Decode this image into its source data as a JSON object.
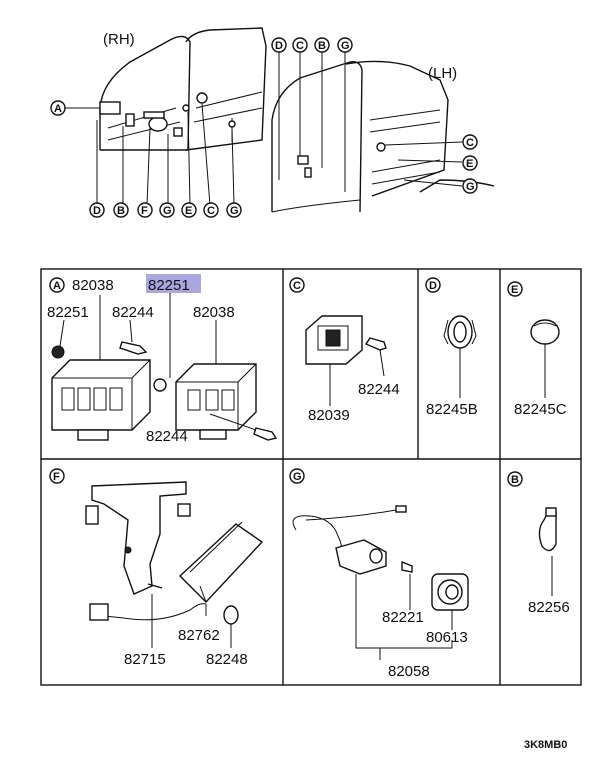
{
  "top": {
    "rh_label": "(RH)",
    "lh_label": "(LH)",
    "rh_callouts_bottom": [
      "D",
      "B",
      "F",
      "G",
      "E",
      "C",
      "G"
    ],
    "rh_callout_left": "A",
    "lh_callouts_top": [
      "D",
      "C",
      "B",
      "G"
    ],
    "lh_callouts_right": [
      "C",
      "E",
      "G"
    ]
  },
  "panels": {
    "a": {
      "letter": "A",
      "p82038_left": "82038",
      "p82251_highlight": "82251",
      "p82251_left": "82251",
      "p82244_top": "82244",
      "p82038_right": "82038",
      "p82244_bottom": "82244"
    },
    "c": {
      "letter": "C",
      "p82039": "82039",
      "p82244": "82244"
    },
    "d": {
      "letter": "D",
      "p82245b": "82245B"
    },
    "e": {
      "letter": "E",
      "p82245c": "82245C"
    },
    "f": {
      "letter": "F",
      "p82715": "82715",
      "p82762": "82762",
      "p82248": "82248"
    },
    "g": {
      "letter": "G",
      "p82221": "82221",
      "p80613": "80613",
      "p82058": "82058"
    },
    "b": {
      "letter": "B",
      "p82256": "82256"
    }
  },
  "footer_code": "3K8MB0",
  "colors": {
    "highlight": "#a9a6e0",
    "ink": "#111111"
  }
}
